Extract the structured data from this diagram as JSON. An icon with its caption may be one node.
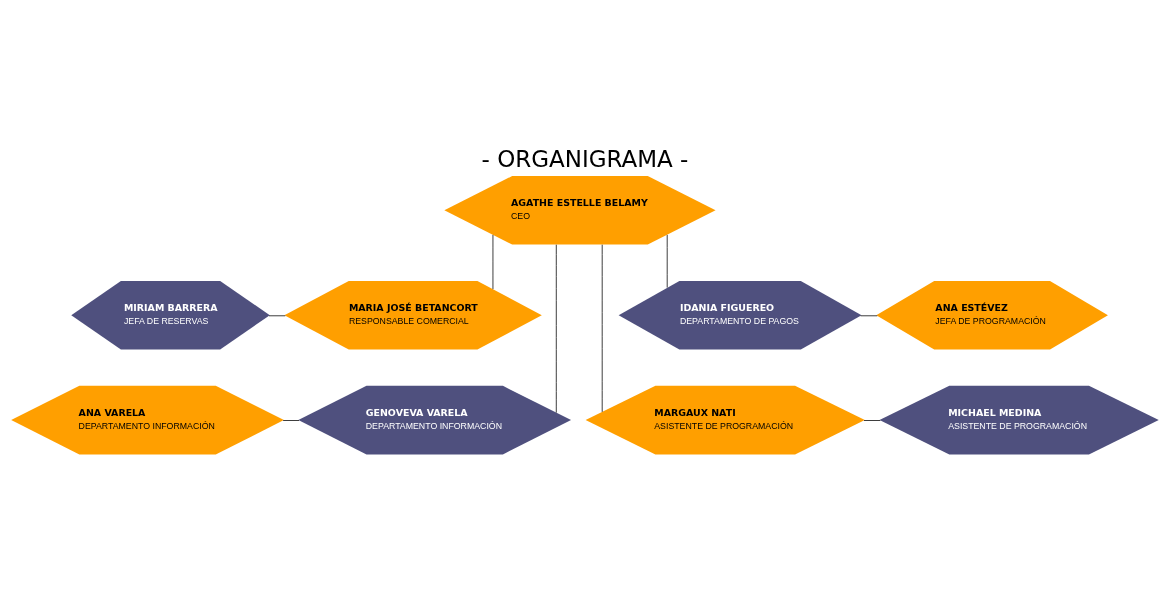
{
  "diagram": {
    "title": "- ORGANIGRAMA -",
    "nodes": [
      {
        "text": [
          "AGATHE ESTELLE BELAMY",
          "CEO"
        ]
      },
      {
        "text": [
          "MIRIAM BARRERA",
          "JEFA DE RESERVAS"
        ]
      },
      {
        "text": [
          "MARIA JOSÉ BETANCORT",
          "RESPONSABLE COMERCIAL"
        ]
      },
      {
        "text": [
          "IDANIA FIGUEREO",
          "DEPARTAMENTO DE PAGOS"
        ]
      },
      {
        "text": [
          "ANA ESTÉVEZ",
          "JEFA DE PROGRAMACIÓN"
        ]
      },
      {
        "text": [
          "ANA VARELA",
          "DEPARTAMENTO INFORMACIÓN"
        ]
      },
      {
        "text": [
          "GENOVEVA VARELA",
          "DEPARTAMENTO INFORMACIÓN"
        ]
      },
      {
        "text": [
          "MARGAUX NATI",
          "ASISTENTE DE PROGRAMACIÓN"
        ]
      },
      {
        "text": [
          "MICHAEL MEDINA",
          "ASISTENTE DE PROGRAMACIÓN"
        ]
      }
    ],
    "edges": [
      {
        "from": 0,
        "to": 2,
        "arrow": "none"
      },
      {
        "from": 0,
        "to": 3,
        "arrow": "none"
      },
      {
        "from": 0,
        "to": 6,
        "arrow": "none"
      },
      {
        "from": 0,
        "to": 7,
        "arrow": "none"
      },
      {
        "from": 1,
        "to": 2,
        "arrow": "none"
      },
      {
        "from": 3,
        "to": 4,
        "arrow": "none"
      },
      {
        "from": 5,
        "to": 6,
        "arrow": "none"
      },
      {
        "from": 7,
        "to": 8,
        "arrow": "none"
      }
    ]
  }
}
